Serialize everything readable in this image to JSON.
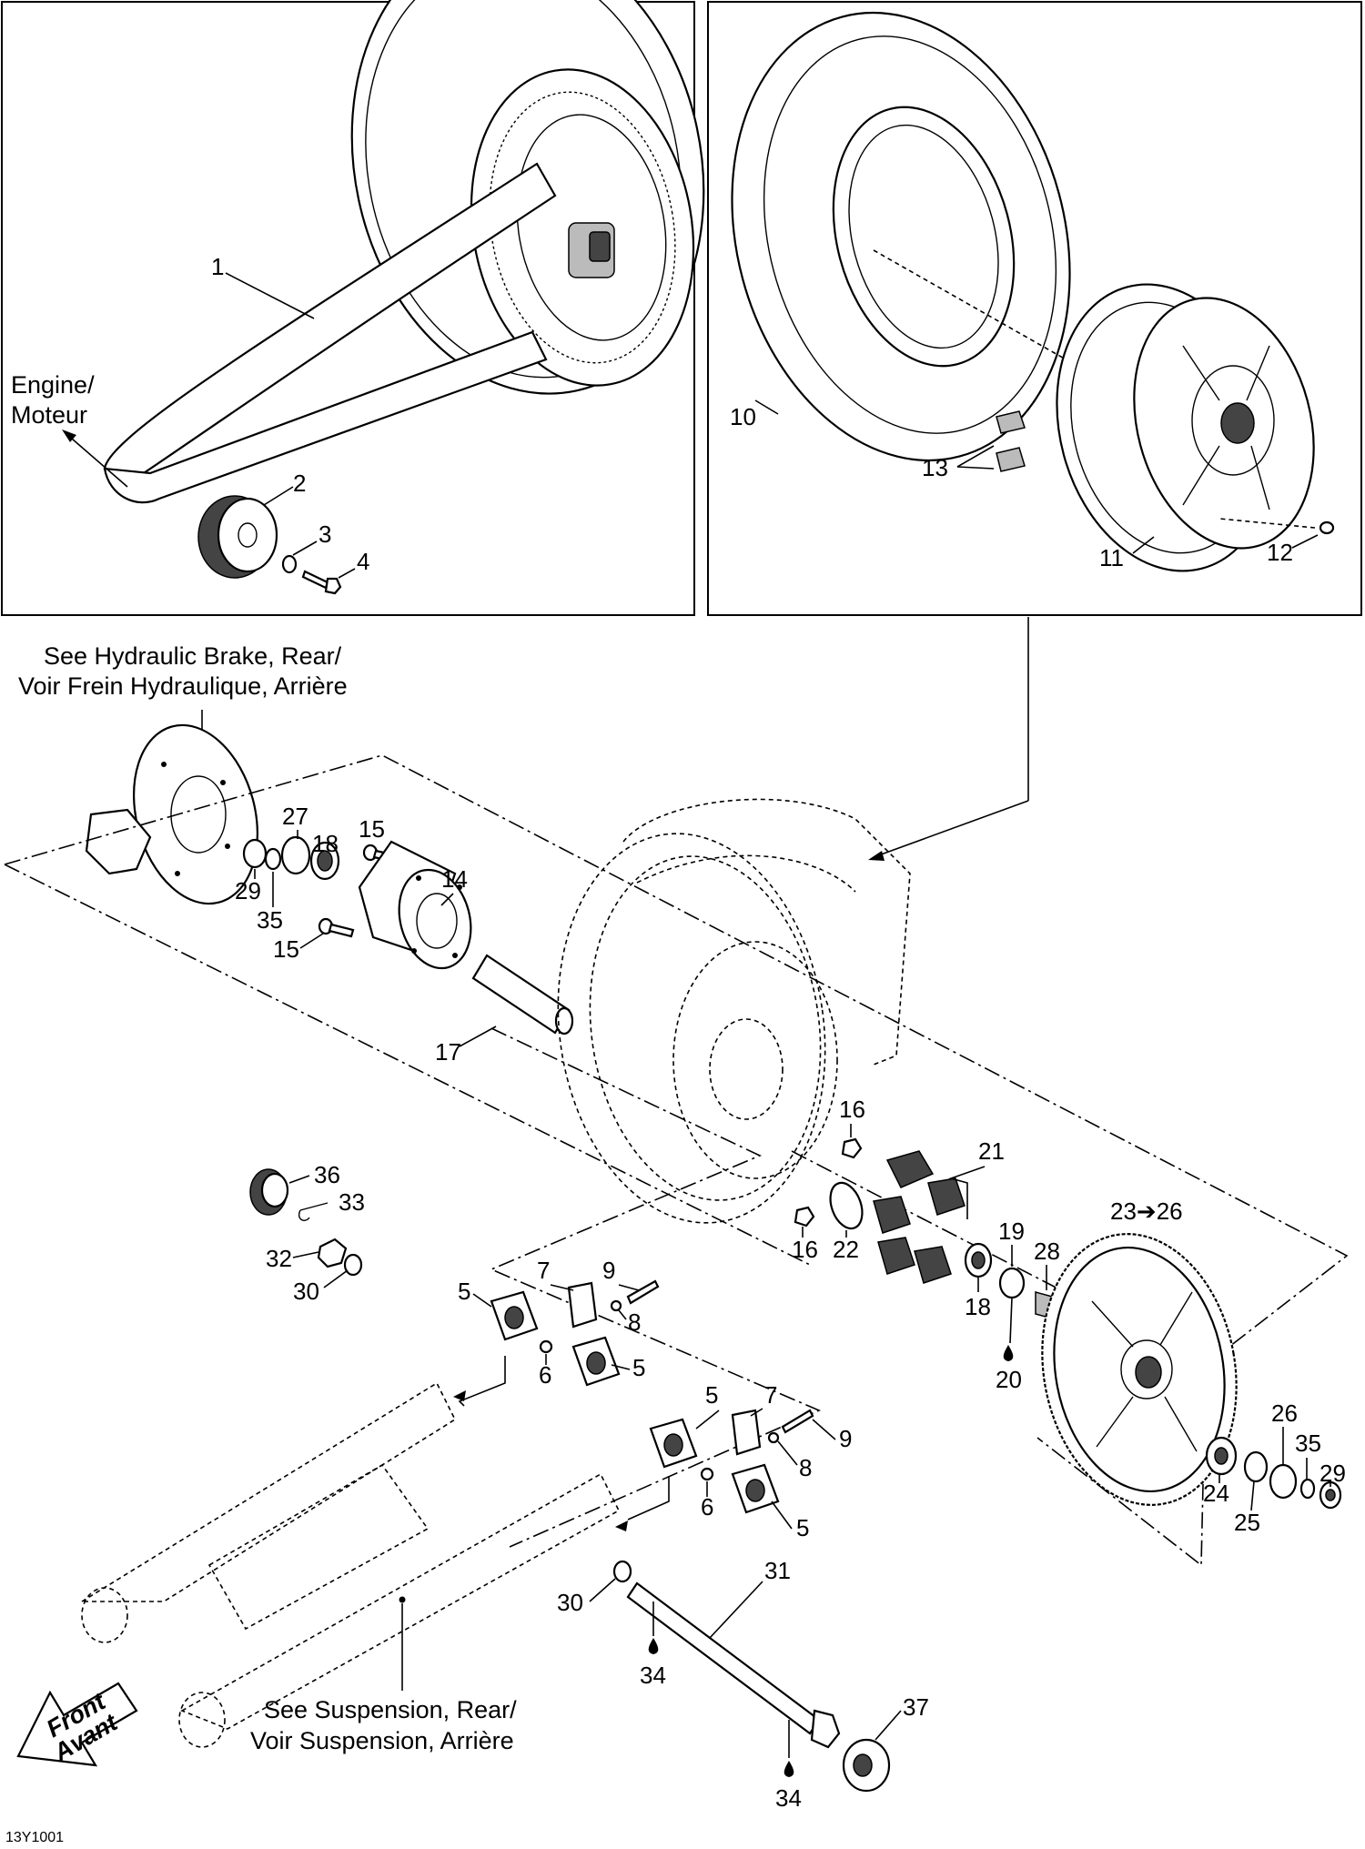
{
  "diagram_id": "13Y1001",
  "notes": {
    "engine": [
      "Engine/",
      "Moteur"
    ],
    "brake": [
      "See Hydraulic Brake, Rear/",
      "Voir Frein Hydraulique, Arrière"
    ],
    "suspension": [
      "See Suspension, Rear/",
      "Voir Suspension, Arrière"
    ],
    "front": [
      "Front",
      "Avant"
    ]
  },
  "callouts": [
    {
      "id": "c1",
      "text": "1"
    },
    {
      "id": "c2",
      "text": "2"
    },
    {
      "id": "c3",
      "text": "3"
    },
    {
      "id": "c4",
      "text": "4"
    },
    {
      "id": "c10",
      "text": "10"
    },
    {
      "id": "c11",
      "text": "11"
    },
    {
      "id": "c12",
      "text": "12"
    },
    {
      "id": "c13",
      "text": "13"
    },
    {
      "id": "c14",
      "text": "14"
    },
    {
      "id": "c15a",
      "text": "15"
    },
    {
      "id": "c15b",
      "text": "15"
    },
    {
      "id": "c16a",
      "text": "16"
    },
    {
      "id": "c16b",
      "text": "16"
    },
    {
      "id": "c17",
      "text": "17"
    },
    {
      "id": "c18a",
      "text": "18"
    },
    {
      "id": "c18b",
      "text": "18"
    },
    {
      "id": "c19",
      "text": "19"
    },
    {
      "id": "c20",
      "text": "20"
    },
    {
      "id": "c21",
      "text": "21"
    },
    {
      "id": "c22",
      "text": "22"
    },
    {
      "id": "c23",
      "text": "23➔26"
    },
    {
      "id": "c24",
      "text": "24"
    },
    {
      "id": "c25",
      "text": "25"
    },
    {
      "id": "c26",
      "text": "26"
    },
    {
      "id": "c27",
      "text": "27"
    },
    {
      "id": "c28",
      "text": "28"
    },
    {
      "id": "c29a",
      "text": "29"
    },
    {
      "id": "c29b",
      "text": "29"
    },
    {
      "id": "c30a",
      "text": "30"
    },
    {
      "id": "c30b",
      "text": "30"
    },
    {
      "id": "c31",
      "text": "31"
    },
    {
      "id": "c32",
      "text": "32"
    },
    {
      "id": "c33",
      "text": "33"
    },
    {
      "id": "c34a",
      "text": "34"
    },
    {
      "id": "c34b",
      "text": "34"
    },
    {
      "id": "c35a",
      "text": "35"
    },
    {
      "id": "c35b",
      "text": "35"
    },
    {
      "id": "c36",
      "text": "36"
    },
    {
      "id": "c37",
      "text": "37"
    },
    {
      "id": "c5a",
      "text": "5"
    },
    {
      "id": "c5b",
      "text": "5"
    },
    {
      "id": "c5c",
      "text": "5"
    },
    {
      "id": "c5d",
      "text": "5"
    },
    {
      "id": "c6a",
      "text": "6"
    },
    {
      "id": "c6b",
      "text": "6"
    },
    {
      "id": "c7a",
      "text": "7"
    },
    {
      "id": "c7b",
      "text": "7"
    },
    {
      "id": "c8a",
      "text": "8"
    },
    {
      "id": "c8b",
      "text": "8"
    },
    {
      "id": "c9a",
      "text": "9"
    },
    {
      "id": "c9b",
      "text": "9"
    }
  ]
}
